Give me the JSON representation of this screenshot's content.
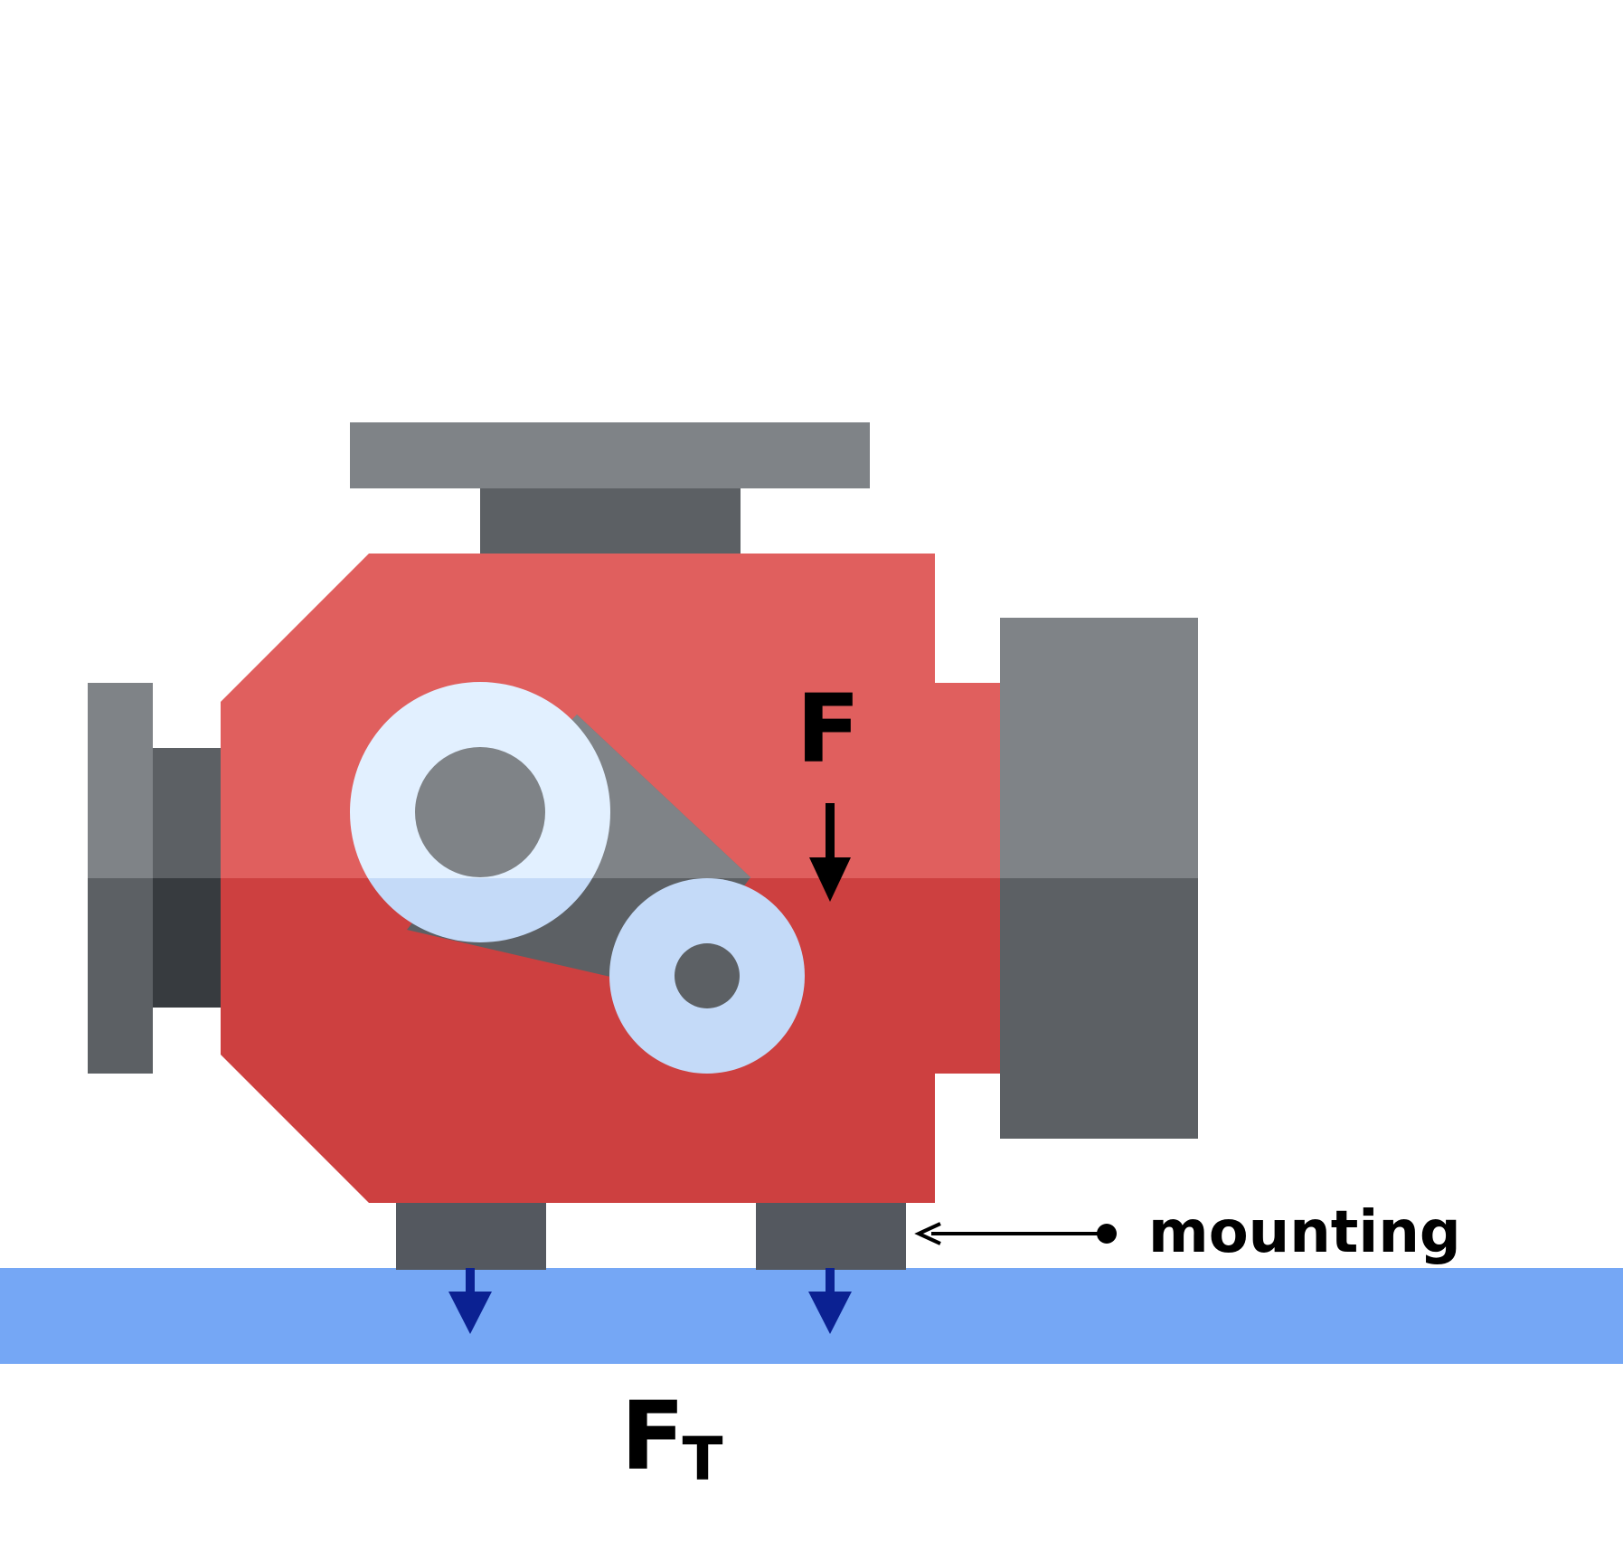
{
  "labels": {
    "force": "F",
    "transmitted_force": "F",
    "transmitted_force_subscript": "T",
    "mounting": "mounting"
  },
  "icons": {
    "machine": "pump-motor-icon",
    "applied_force_arrow": "arrow-down-icon",
    "transmitted_force_arrows": "arrow-down-icon",
    "mounting_pointer": "arrow-left-icon"
  },
  "colors": {
    "background": "#ffffff",
    "body_top": "#e05f5e",
    "body_bottom": "#cd4040",
    "flange_light": "#7f8387",
    "flange_dark": "#5c6064",
    "flange_darker": "#373b3f",
    "pulley_light": "#e2f0ff",
    "pulley_blue": "#c4daf8",
    "mount_feet": "#54585f",
    "floor": "#75a7f5",
    "transmitted_arrow": "#0b2192",
    "text": "#000000"
  }
}
